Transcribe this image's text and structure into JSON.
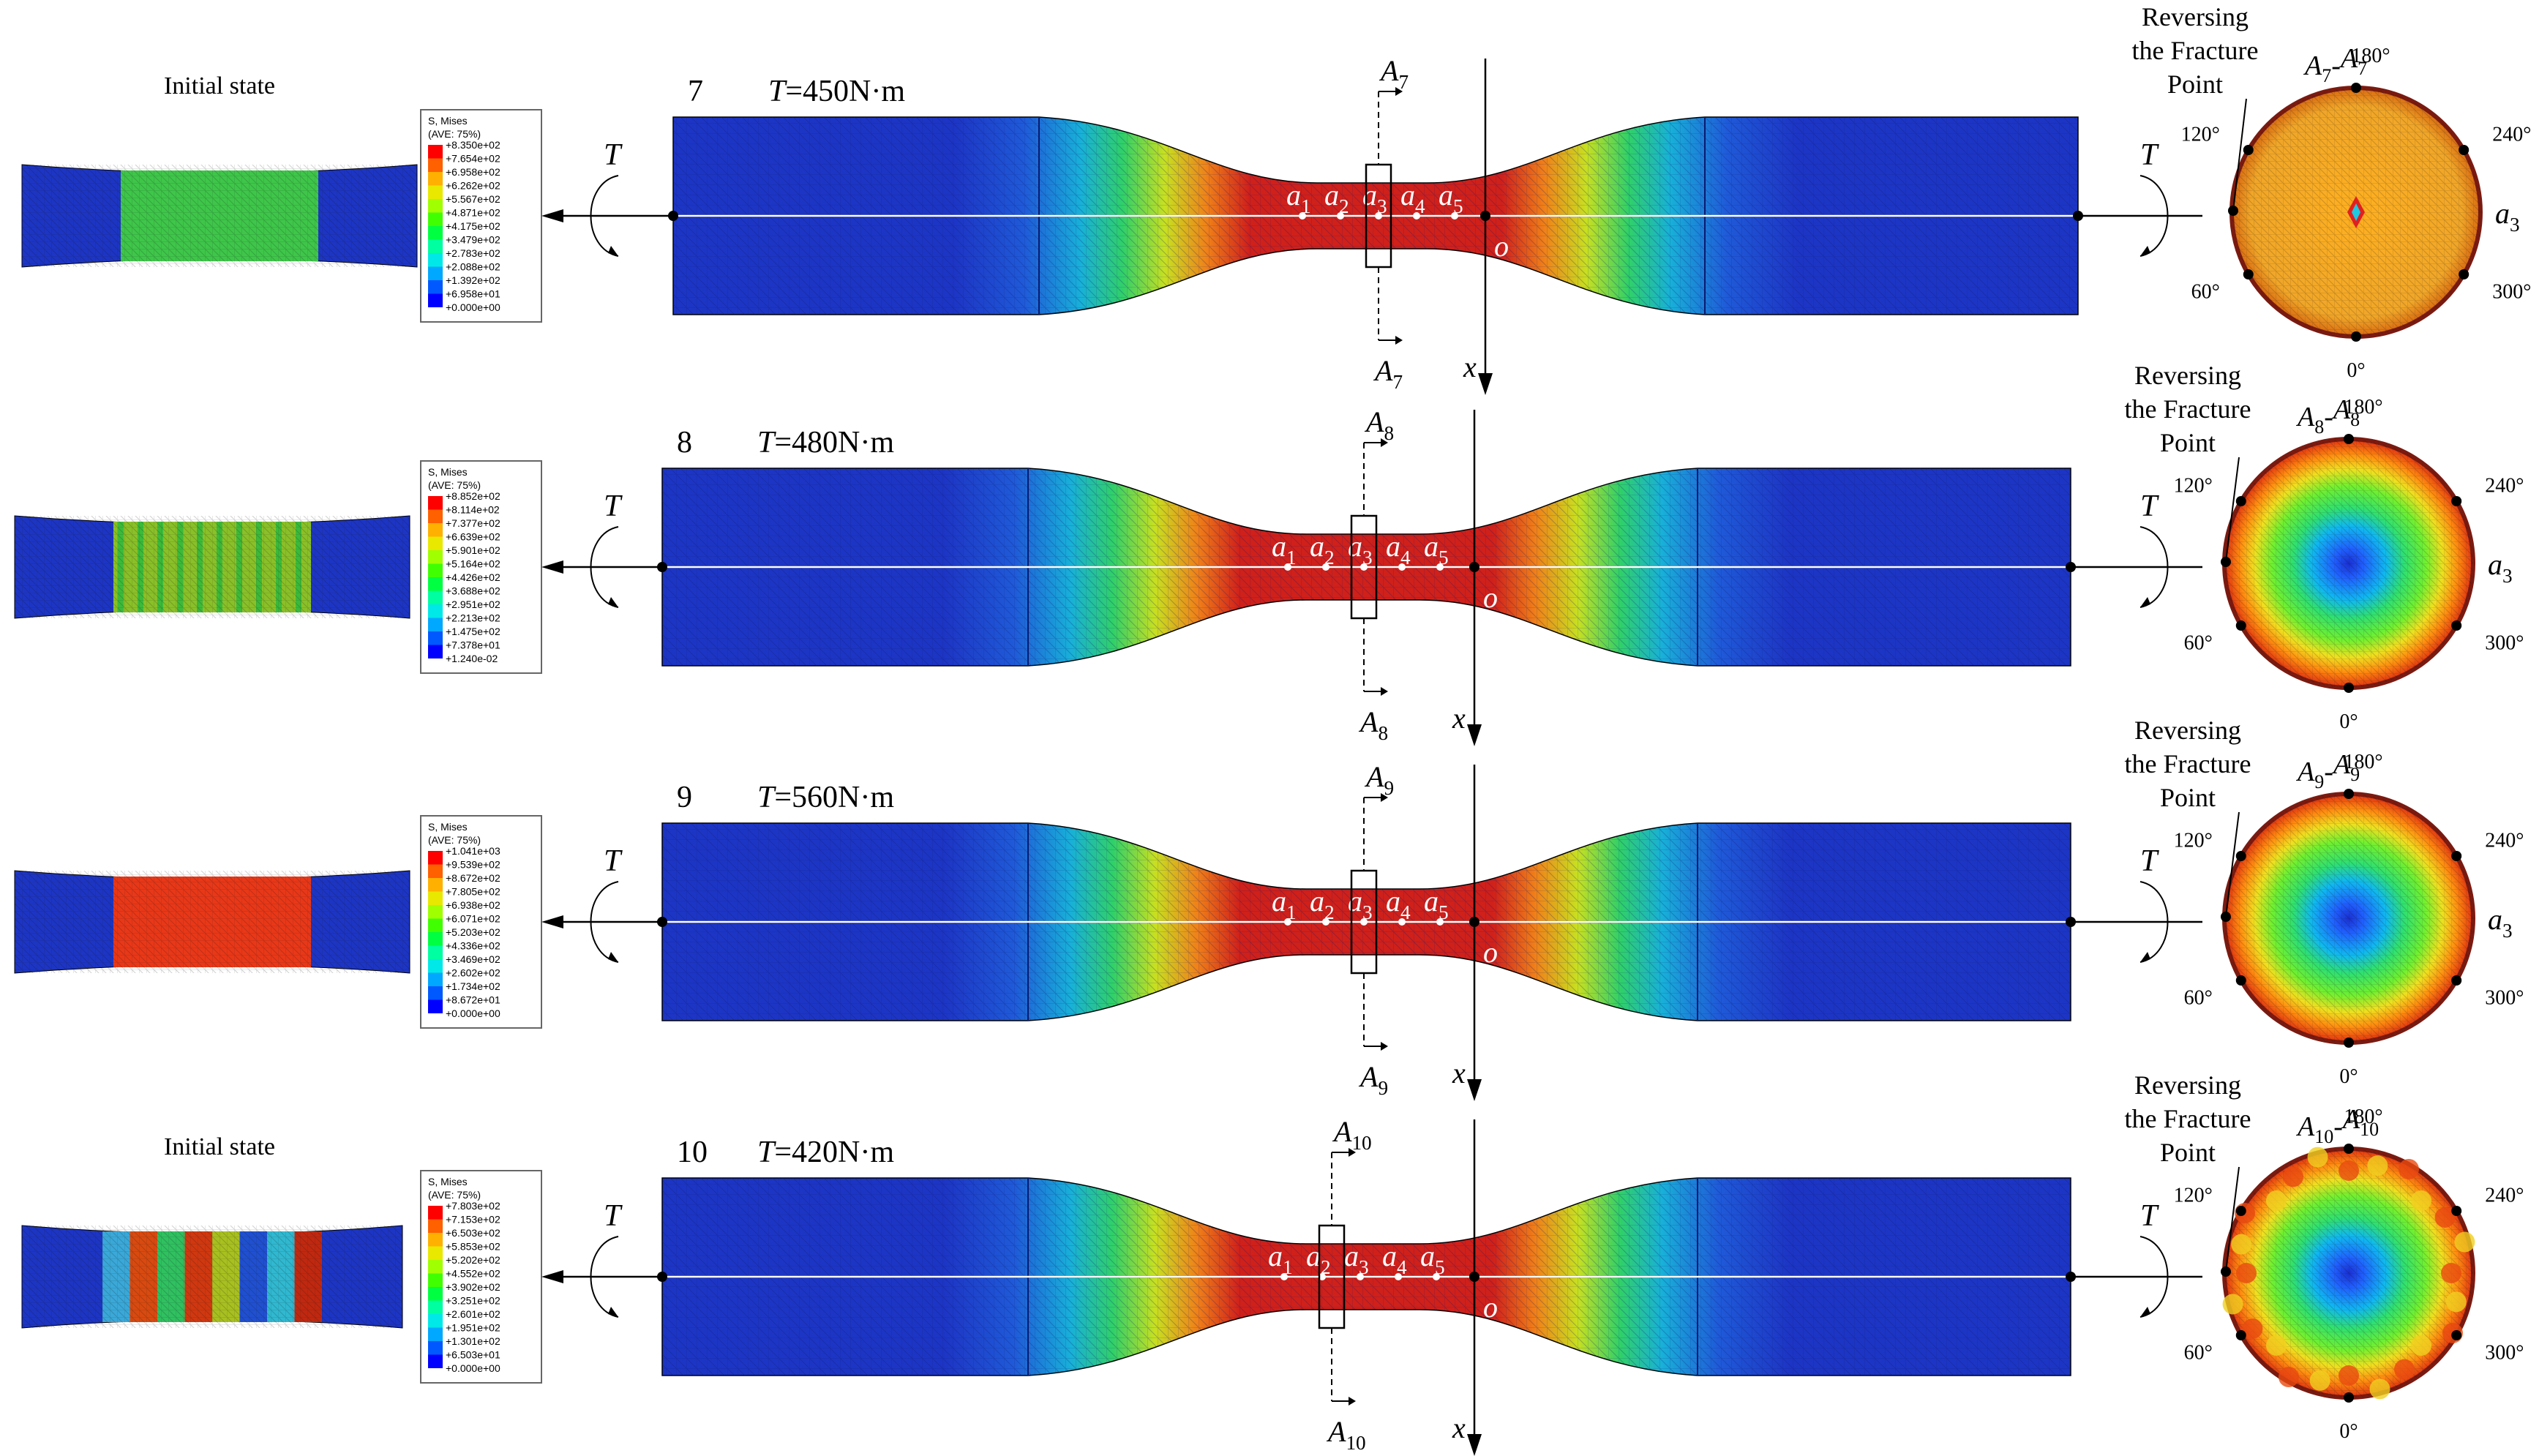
{
  "colors": {
    "body_blue": "#1d35c4",
    "hot_red": "#d0201a",
    "cell_green": "#40c040",
    "ring_orange": "#e8931e",
    "contour_scale": [
      "#0000ff",
      "#0058ff",
      "#00a8ff",
      "#00e8e8",
      "#00ffa0",
      "#00ff40",
      "#40ff00",
      "#a0ff00",
      "#e8e800",
      "#ffb000",
      "#ff6000",
      "#ff0000"
    ]
  },
  "shared": {
    "initial_label": "Initial state",
    "legend_title": "S, Mises",
    "legend_ave": "(AVE: 75%)",
    "torque_symbol": "T",
    "origin_label": "o",
    "axis_label": "x",
    "fracture_label": [
      "Reversing",
      "the Fracture",
      "Point"
    ],
    "angle_labels": [
      "180°",
      "240°",
      "300°",
      "0°",
      "60°",
      "120°"
    ],
    "point_letter": "a",
    "point_subs": [
      "1",
      "2",
      "3",
      "4",
      "5"
    ],
    "section_point": "a",
    "section_point_sub": "3",
    "section_letter": "A"
  },
  "panels": [
    {
      "number": "7",
      "torque": "=450N·m",
      "section_sub": "7",
      "show_initial_label": true,
      "show_section_point": true,
      "initial_style": "green",
      "legend_values": [
        "+8.350e+02",
        "+7.654e+02",
        "+6.958e+02",
        "+6.262e+02",
        "+5.567e+02",
        "+4.871e+02",
        "+4.175e+02",
        "+3.479e+02",
        "+2.783e+02",
        "+2.088e+02",
        "+1.392e+02",
        "+6.958e+01",
        "+0.000e+00"
      ],
      "hot_level": 0.72,
      "section_mode": "ring"
    },
    {
      "number": "8",
      "torque": "=480N·m",
      "section_sub": "8",
      "show_initial_label": false,
      "show_section_point": true,
      "initial_style": "bands",
      "legend_values": [
        "+8.852e+02",
        "+8.114e+02",
        "+7.377e+02",
        "+6.639e+02",
        "+5.901e+02",
        "+5.164e+02",
        "+4.426e+02",
        "+3.688e+02",
        "+2.951e+02",
        "+2.213e+02",
        "+1.475e+02",
        "+7.378e+01",
        "+1.240e-02"
      ],
      "hot_level": 0.85,
      "section_mode": "contour"
    },
    {
      "number": "9",
      "torque": "=560N·m",
      "section_sub": "9",
      "show_initial_label": false,
      "show_section_point": true,
      "initial_style": "red",
      "legend_values": [
        "+1.041e+03",
        "+9.539e+02",
        "+8.672e+02",
        "+7.805e+02",
        "+6.938e+02",
        "+6.071e+02",
        "+5.203e+02",
        "+4.336e+02",
        "+3.469e+02",
        "+2.602e+02",
        "+1.734e+02",
        "+8.672e+01",
        "+0.000e+00"
      ],
      "hot_level": 0.9,
      "section_mode": "contour"
    },
    {
      "number": "10",
      "torque": "=420N·m",
      "section_sub": "10",
      "show_initial_label": true,
      "show_section_point": false,
      "initial_style": "mixed",
      "legend_values": [
        "+7.803e+02",
        "+7.153e+02",
        "+6.503e+02",
        "+5.853e+02",
        "+5.202e+02",
        "+4.552e+02",
        "+3.902e+02",
        "+3.251e+02",
        "+2.601e+02",
        "+1.951e+02",
        "+1.301e+02",
        "+6.503e+01",
        "+0.000e+00"
      ],
      "hot_level": 0.7,
      "section_mode": "rough"
    }
  ]
}
